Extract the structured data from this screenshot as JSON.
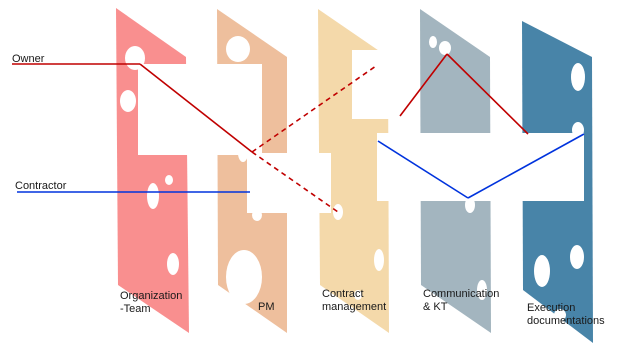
{
  "diagram": {
    "lines": {
      "owner": {
        "label": "Owner",
        "color": "#c00000"
      },
      "contractor": {
        "label": "Contractor",
        "color": "#0033dd"
      }
    },
    "slices": [
      {
        "label": "Organization\n-Team",
        "color": "#f98f8f"
      },
      {
        "label": "PM",
        "color": "#eebf9d"
      },
      {
        "label": "Contract\nmanagement",
        "color": "#f4d9aa"
      },
      {
        "label": "Communication\n& KT",
        "color": "#a3b5bf"
      },
      {
        "label": "Execution\ndocumentations",
        "color": "#4884a8"
      }
    ]
  }
}
